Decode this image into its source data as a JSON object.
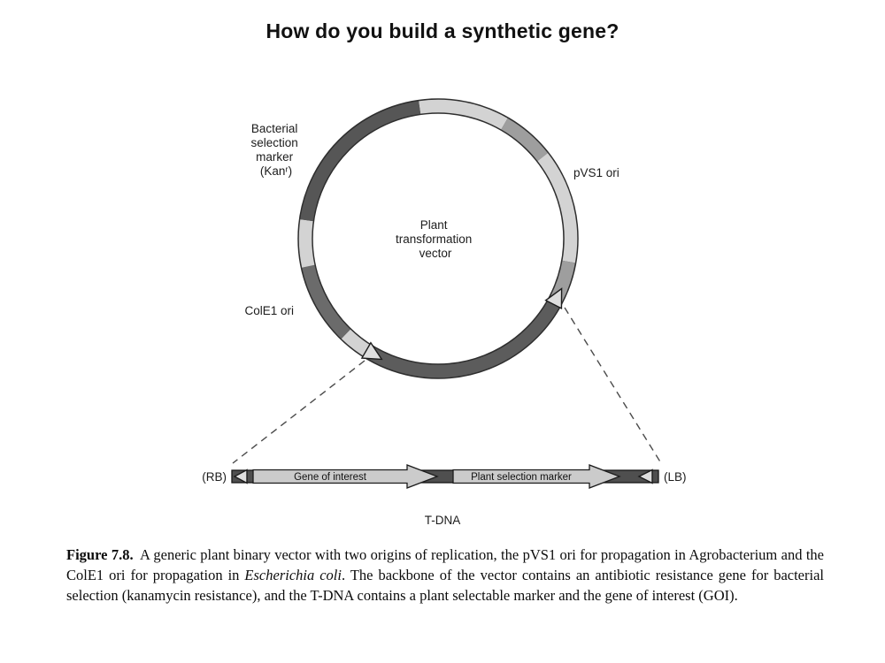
{
  "title": "How do you build a synthetic gene?",
  "diagram": {
    "plasmid": {
      "center_label_lines": [
        "Plant",
        "transformation",
        "vector"
      ],
      "bacterial_marker_lines": [
        "Bacterial",
        "selection",
        "marker",
        "(Kanʳ)"
      ],
      "pvs1_label": "pVS1 ori",
      "cole1_label": "ColE1 ori",
      "colors": {
        "dark_segment": "#5c5c5c",
        "light_segment": "#d3d3d3",
        "medium_segment": "#9e9e9e",
        "outline": "#2e2e2e"
      }
    },
    "tdna_map": {
      "left_border_label": "(RB)",
      "right_border_label": "(LB)",
      "gene_arrow_label": "Gene of interest",
      "marker_arrow_label": "Plant selection marker",
      "map_label": "T-DNA"
    }
  },
  "caption": {
    "figure_label": "Figure 7.8.",
    "text_before_italic": "A generic plant binary vector with two origins of replication, the pVS1 ori for propagation in Agrobacterium and the ColE1 ori for propagation in ",
    "italic_text": "Escherichia coli",
    "text_after_italic": ". The backbone of the vector contains an antibiotic resistance gene for bacterial selection (kanamycin resistance), and the T-DNA contains a plant selectable marker and the gene of interest (GOI)."
  }
}
